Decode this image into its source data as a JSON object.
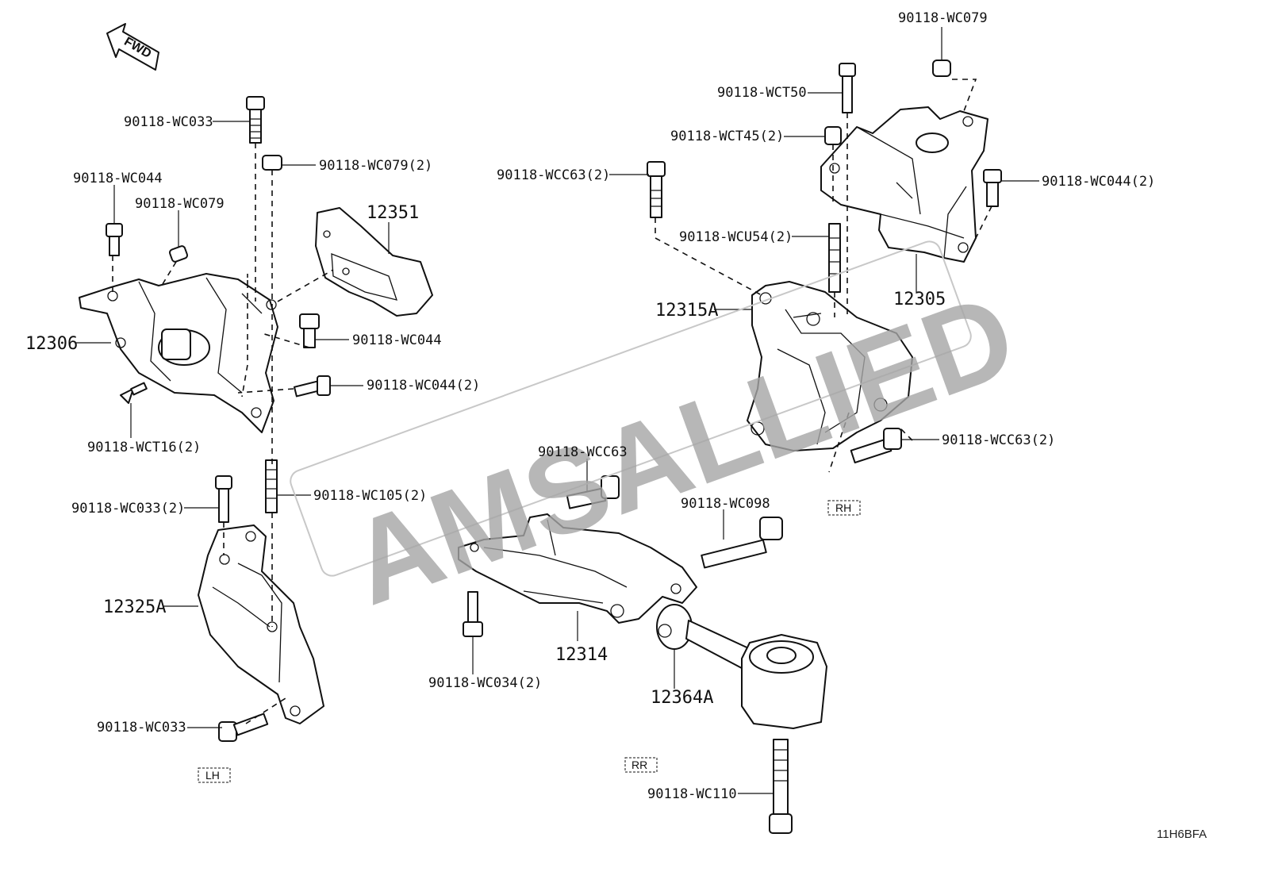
{
  "watermark": "AMSALLIED",
  "direction_arrow": "FWD",
  "diagram_code": "11H6BFA",
  "view_tags": {
    "lh": "LH",
    "rh": "RH",
    "rr": "RR"
  },
  "callouts": {
    "c_wc033_top": "90118-WC033",
    "c_wc079_2": "90118-WC079(2)",
    "c_wc044_lh": "90118-WC044",
    "c_wc079_lh": "90118-WC079",
    "c_12351": "12351",
    "c_12306": "12306",
    "c_wc044_mid": "90118-WC044",
    "c_wc044_2_lh": "90118-WC044(2)",
    "c_wct16_2": "90118-WCT16(2)",
    "c_wc033_2": "90118-WC033(2)",
    "c_wc105_2": "90118-WC105(2)",
    "c_12325a": "12325A",
    "c_wc033_bot": "90118-WC033",
    "c_wc079_rh": "90118-WC079",
    "c_wct50": "90118-WCT50",
    "c_wct45_2": "90118-WCT45(2)",
    "c_wcc63_2_top": "90118-WCC63(2)",
    "c_wc044_2_rh": "90118-WC044(2)",
    "c_wcu54_2": "90118-WCU54(2)",
    "c_12315a": "12315A",
    "c_12305": "12305",
    "c_wcc63_2_rh": "90118-WCC63(2)",
    "c_wcc63": "90118-WCC63",
    "c_wc098": "90118-WC098",
    "c_12314": "12314",
    "c_wc034_2": "90118-WC034(2)",
    "c_12364a": "12364A",
    "c_wc110": "90118-WC110"
  }
}
